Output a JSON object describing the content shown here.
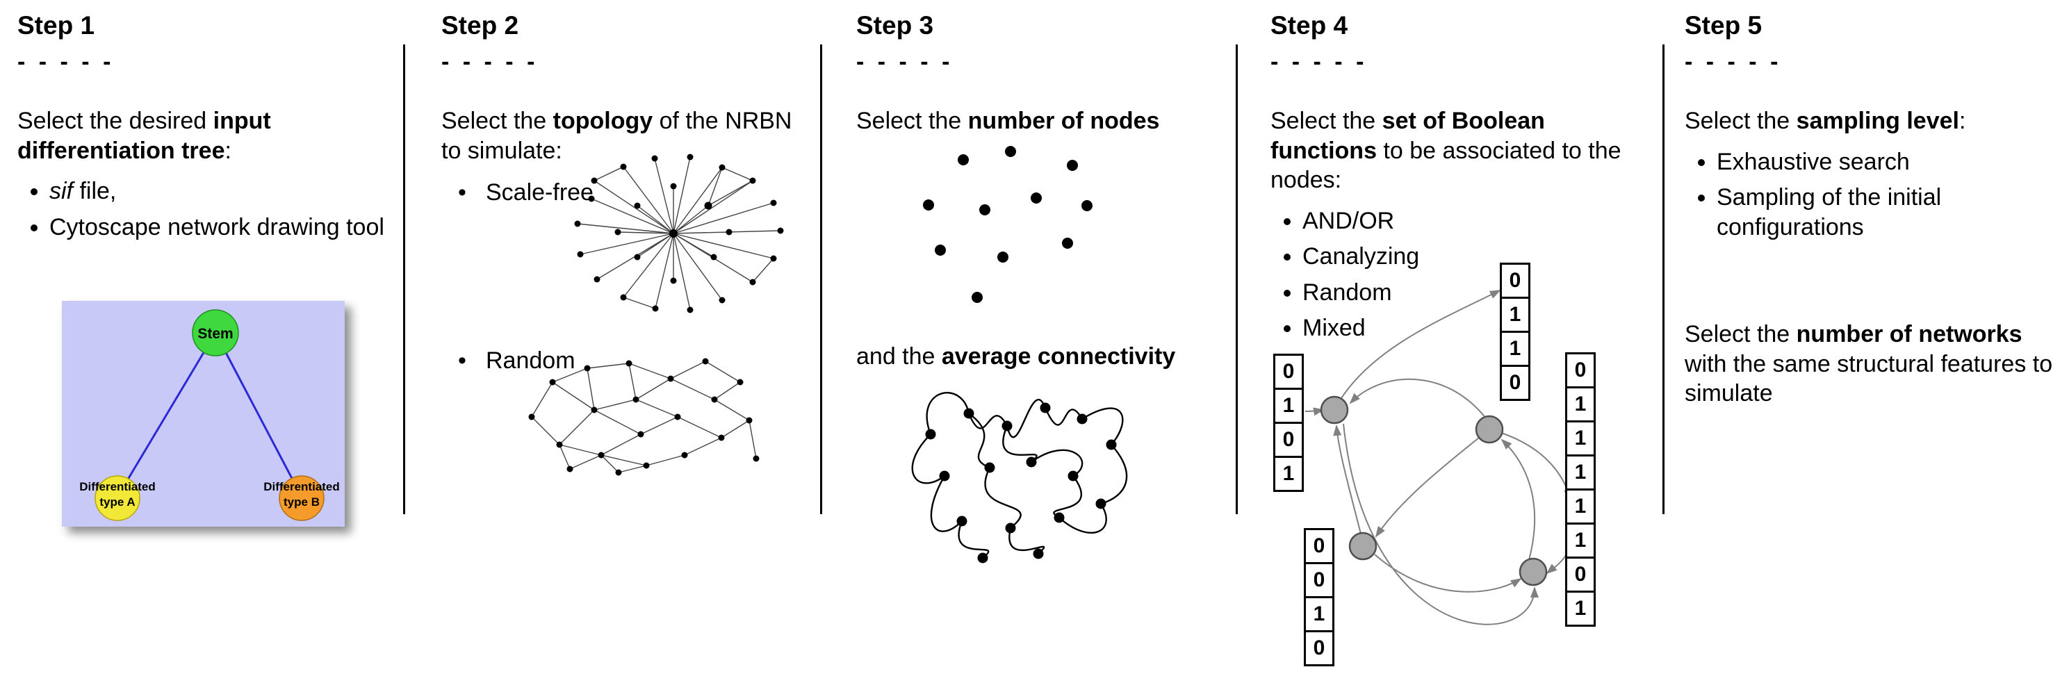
{
  "figure": {
    "background": "#ffffff",
    "divider_color": "#000000"
  },
  "steps": [
    {
      "title": "Step 1",
      "dashes": "- - - - -",
      "intro_pre": "Select the desired ",
      "intro_bold": "input differentiation tree",
      "intro_post": ":",
      "bullet1_italic": "sif",
      "bullet1_rest": " file,",
      "bullet2": "Cytoscape network drawing tool",
      "tree": {
        "background_color": "#c9c9f7",
        "edge_color": "#2a2ad6",
        "stem_label": "Stem",
        "stem_color": "#3fd83f",
        "type_a_line1": "Differentiated",
        "type_a_line2": "type A",
        "type_a_color": "#f2e838",
        "type_b_line1": "Differentiated",
        "type_b_line2": "type B",
        "type_b_color": "#f59b2c"
      }
    },
    {
      "title": "Step 2",
      "dashes": "- - - - -",
      "intro_pre": "Select the ",
      "intro_bold": "topology",
      "intro_post": " of the NRBN to simulate:",
      "bullet1": "Scale-free",
      "bullet2": "Random"
    },
    {
      "title": "Step 3",
      "dashes": "- - - - -",
      "line1_pre": "Select the ",
      "line1_bold": "number of nodes",
      "line2_pre": "and the ",
      "line2_bold": "average connectivity"
    },
    {
      "title": "Step 4",
      "dashes": "- - - - -",
      "intro_pre": "Select the ",
      "intro_bold": "set of Boolean functions",
      "intro_post": " to be associated to the nodes:",
      "bullets": [
        "AND/OR",
        "Canalyzing",
        "Random",
        "Mixed"
      ],
      "node_fill": "#a8a8a8",
      "tables": {
        "left": [
          "0",
          "1",
          "0",
          "1"
        ],
        "top": [
          "0",
          "1",
          "1",
          "0"
        ],
        "bottom_left": [
          "0",
          "0",
          "1",
          "0"
        ],
        "right": [
          "0",
          "1",
          "1",
          "1",
          "1",
          "1",
          "0",
          "1"
        ]
      }
    },
    {
      "title": "Step 5",
      "dashes": "- - - - -",
      "intro_pre": "Select the ",
      "intro_bold": "sampling level",
      "intro_post": ":",
      "bullets": [
        "Exhaustive search",
        "Sampling of the initial configurations"
      ],
      "para2_pre": "Select the ",
      "para2_bold": "number of networks",
      "para2_post": " with the same structural features to simulate"
    }
  ]
}
